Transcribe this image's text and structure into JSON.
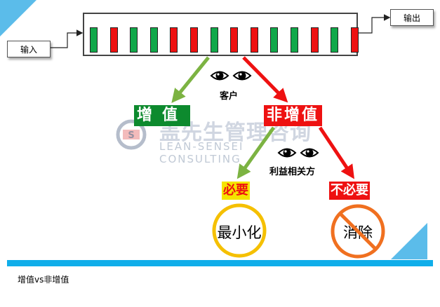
{
  "input_label": "输入",
  "output_label": "输出",
  "customer_label": "客户",
  "value_label": "增值",
  "nonvalue_label": "非增值",
  "stakeholder_label": "利益相关方",
  "necessary_label": "必要",
  "unnecessary_label": "不必要",
  "minimize_label": "最小化",
  "eliminate_label": "消除",
  "watermark_cn": "盖先生管理咨询",
  "watermark_en": "LEAN-SENSEI CONSULTING",
  "caption": "增值vs非增值",
  "process_steps": [
    "green",
    "red",
    "green",
    "green",
    "red",
    "red",
    "green",
    "red",
    "red",
    "green",
    "green",
    "red",
    "green",
    "red"
  ],
  "colors": {
    "value_green": "#0d8a2e",
    "nonvalue_red": "#ee1111",
    "necessary_yellow": "#f5e400",
    "accent_blue": "#10aeea",
    "arrow_green": "#7cb342",
    "arrow_red": "#ee1111",
    "circle_orange": "#f07020",
    "circle_yellow": "#f5c000"
  },
  "icons": {
    "eyes_customer": "eyes-icon",
    "eyes_stakeholder": "eyes-icon",
    "no_symbol": "prohibition-icon",
    "logo": "lean-sensei-logo"
  }
}
